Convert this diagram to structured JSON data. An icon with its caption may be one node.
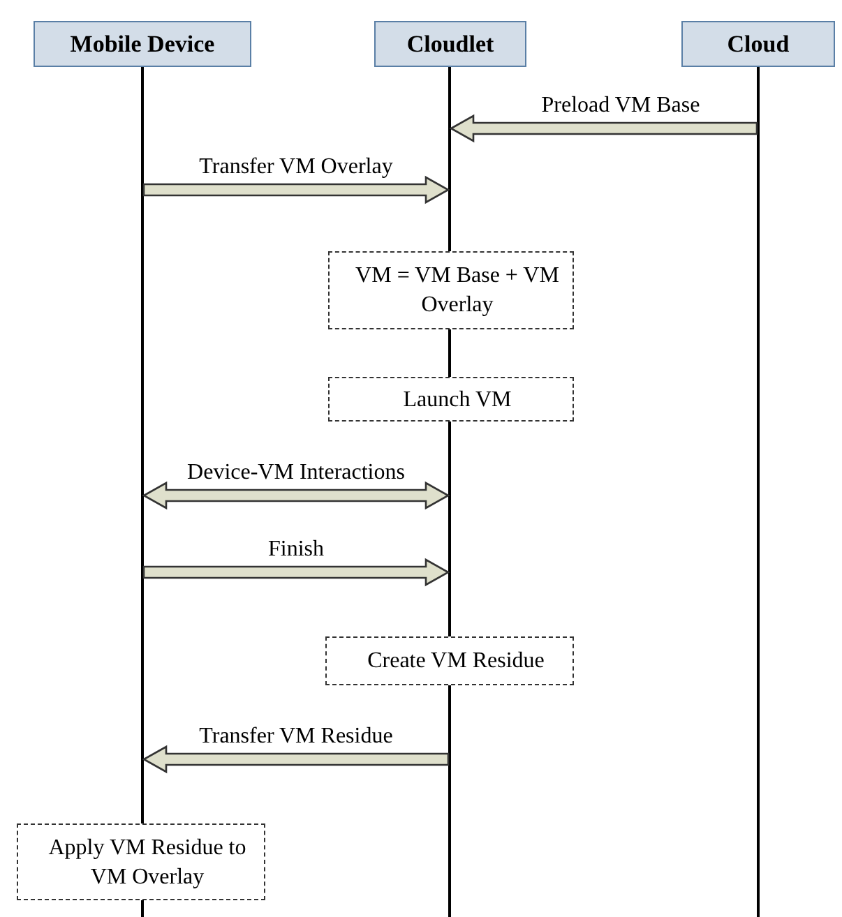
{
  "diagram": {
    "nodes": [
      {
        "text": [
          "Mobile Device"
        ]
      },
      {
        "text": [
          "Cloudlet"
        ]
      },
      {
        "text": [
          "Cloud"
        ]
      },
      {
        "text": [
          "VM = VM Base + VM Overlay"
        ]
      },
      {
        "text": [
          "Launch VM"
        ]
      },
      {
        "text": [
          "Create VM Residue"
        ]
      },
      {
        "text": [
          "Apply VM Residue to VM Overlay"
        ]
      },
      {
        "text": [],
        "shape": "line"
      },
      {
        "text": [],
        "shape": "line"
      },
      {
        "text": [],
        "shape": "line"
      }
    ],
    "edges": [
      {
        "from": 9,
        "to": 8,
        "arrow": "to",
        "label": "Preload VM Base"
      },
      {
        "from": 7,
        "to": 8,
        "arrow": "to",
        "label": "Transfer VM Overlay"
      },
      {
        "from": 7,
        "to": 8,
        "arrow": "both",
        "label": "Device-VM Interactions"
      },
      {
        "from": 7,
        "to": 8,
        "arrow": "to",
        "label": "Finish"
      },
      {
        "from": 8,
        "to": 7,
        "arrow": "to",
        "label": "Transfer VM Residue"
      }
    ]
  }
}
